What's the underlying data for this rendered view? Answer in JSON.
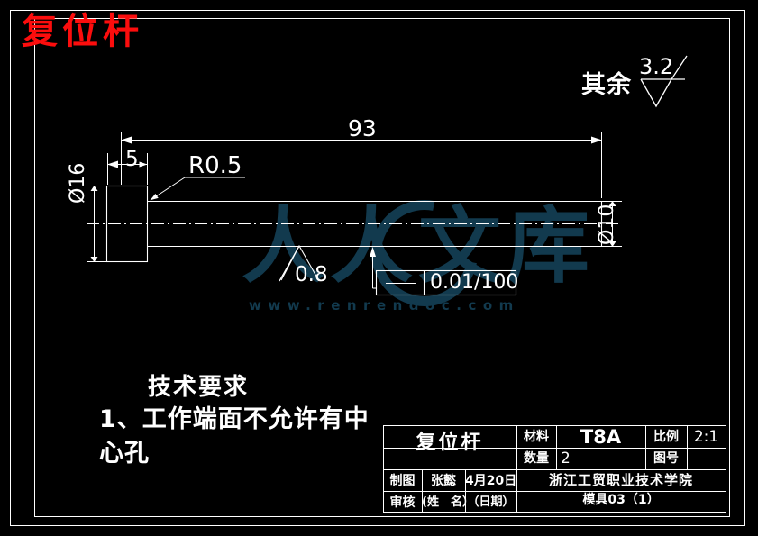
{
  "drawing": {
    "overlay_title": "复位杆",
    "surface_note_label": "其余",
    "surface_note_value": "3.2",
    "dimensions": {
      "overall_length": "93",
      "flange_width": "5",
      "flange_diameter": "Ø16",
      "shaft_diameter": "Ø10",
      "corner_radius": "R0.5"
    },
    "roughness_shaft": "0.8",
    "tolerance_frame": {
      "symbol": "straightness",
      "value": "0.01/100"
    }
  },
  "notes": {
    "heading": "技术要求",
    "lines": [
      "1、工作端面不允许有中",
      "心孔"
    ]
  },
  "watermark": {
    "main": "人人文库",
    "url": "www.renrendoc.com",
    "color": "#123a4e"
  },
  "title_block": {
    "part_name": "复位杆",
    "material_label": "材料",
    "material_value": "T8A",
    "scale_label": "比例",
    "scale_value": "2:1",
    "quantity_label": "数量",
    "quantity_value": "2",
    "drawing_no_label": "图号",
    "drawing_no_value": "",
    "drawn_label": "制图",
    "drawn_by": "张懿",
    "drawn_date": "4月20日",
    "checked_label": "审核",
    "name_label": "(姓　名）",
    "date_label": "（日期）",
    "institution": "浙江工贸职业技术学院",
    "class_code": "模具03（1）"
  },
  "colors": {
    "background": "#000000",
    "line": "#ffffff",
    "title_red": "#fc0d0d"
  }
}
